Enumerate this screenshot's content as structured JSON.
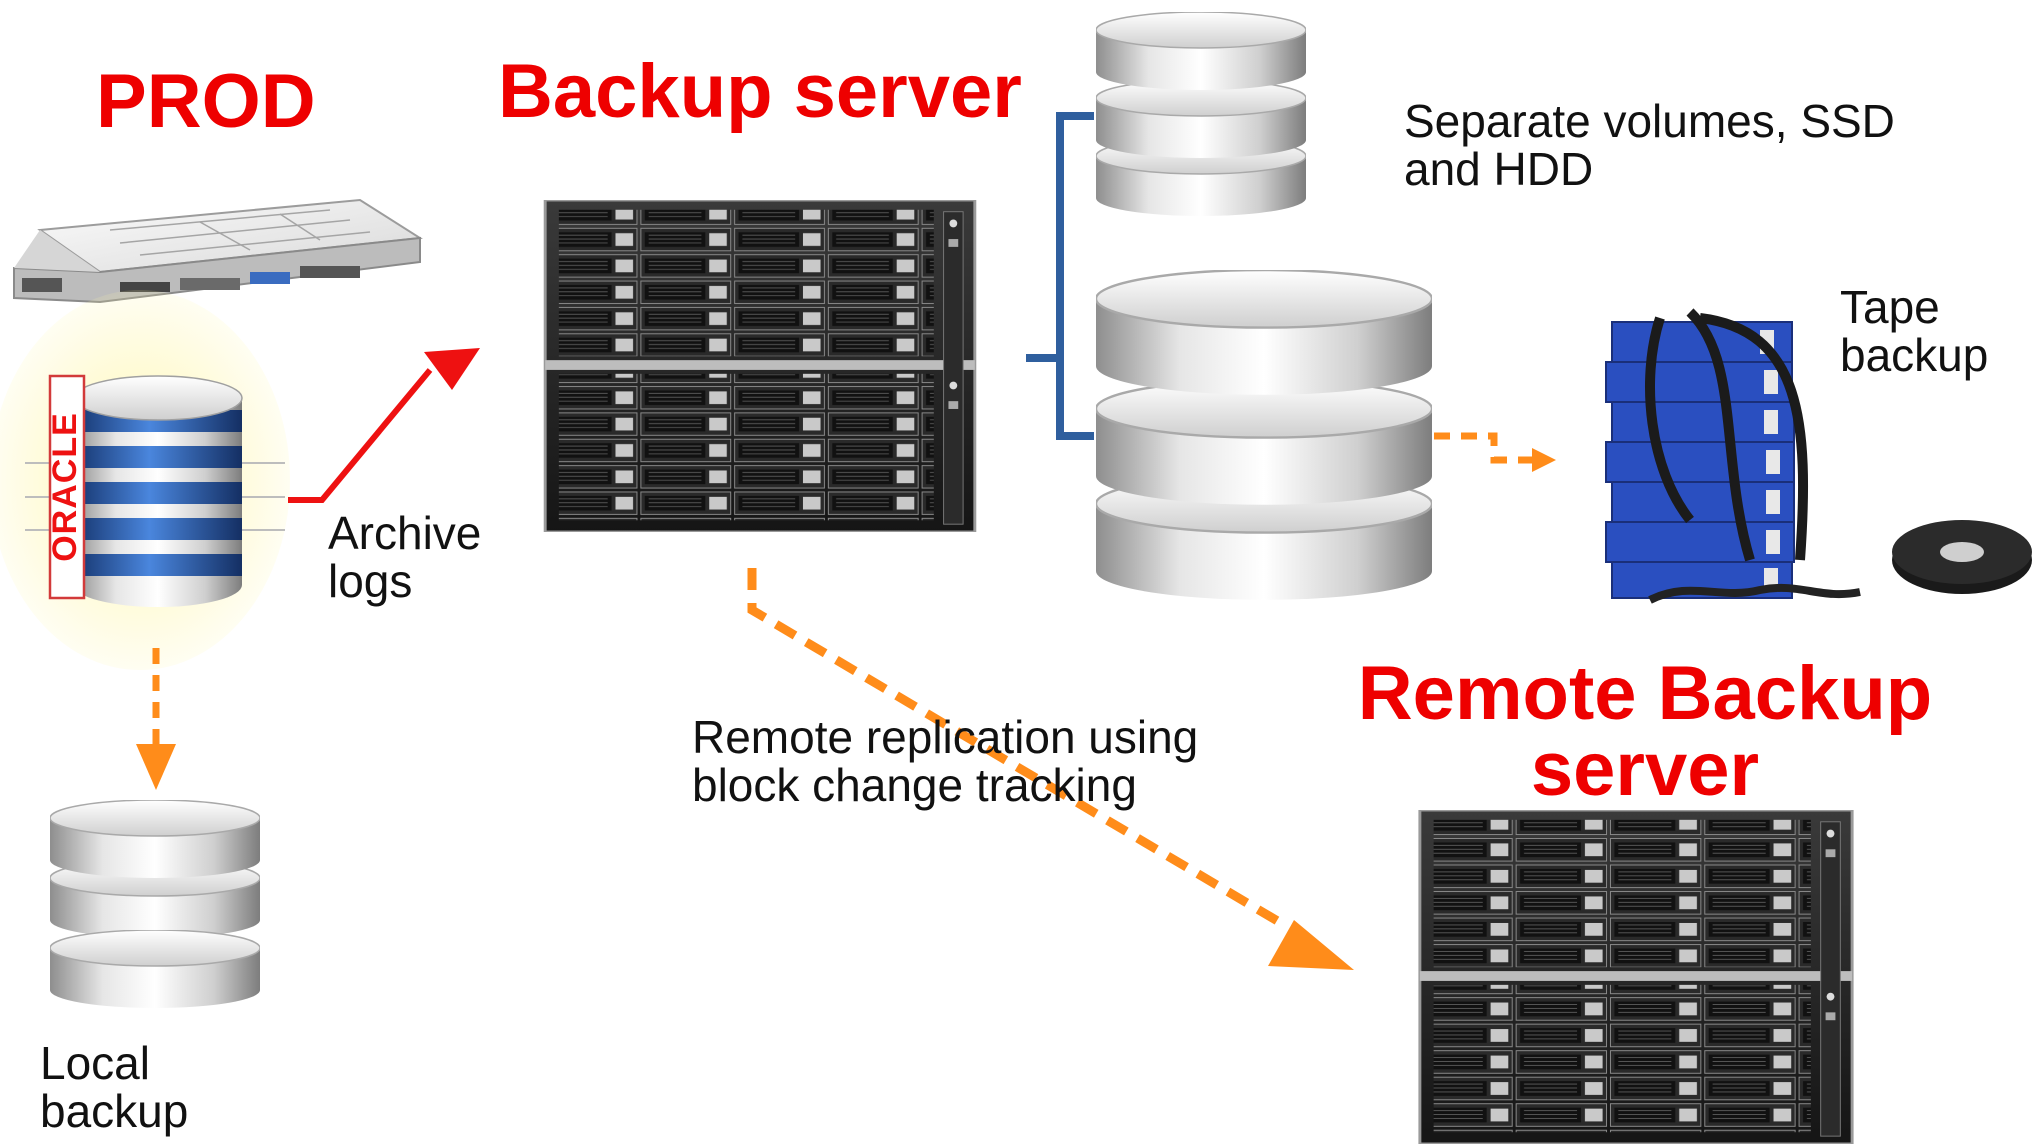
{
  "titles": {
    "prod": "PROD",
    "backup_server": "Backup server",
    "remote_backup_server": "Remote Backup\nserver"
  },
  "labels": {
    "archive_logs": "Archive\nlogs",
    "separate_volumes": "Separate volumes, SSD\nand HDD",
    "tape_backup": "Tape\nbackup",
    "local_backup": "Local\nbackup",
    "remote_replication": "Remote replication using\nblock change tracking"
  },
  "logo": {
    "oracle": "ORACLE"
  },
  "colors": {
    "title_red": "#ee0000",
    "archive_arrow": "#ee1111",
    "dashed_arrow": "#ff8c1a",
    "connector_blue": "#2f5f9e",
    "db_blue": "#2f62b8",
    "tape_blue": "#2a4fc0"
  }
}
